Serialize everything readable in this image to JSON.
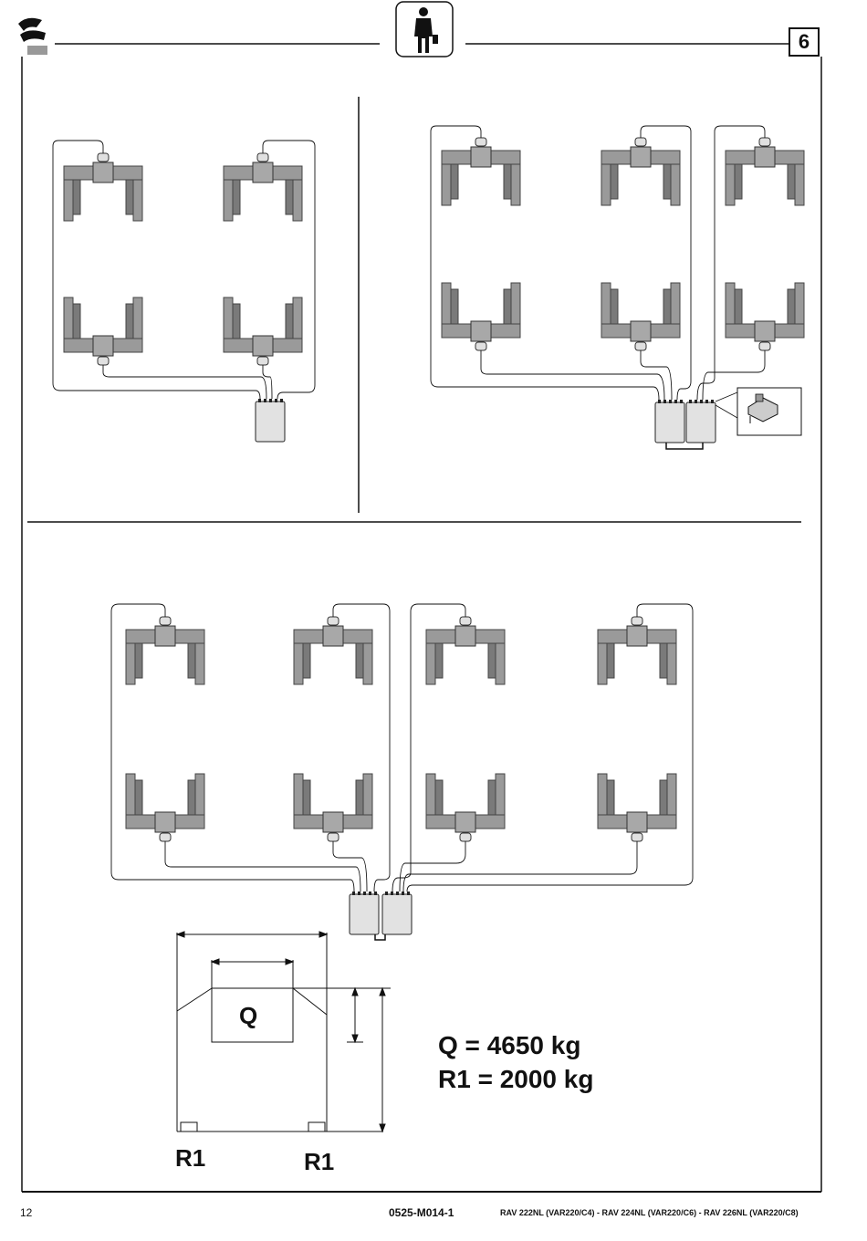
{
  "header": {
    "page_tag": "6",
    "logo_icon": "brand-logo-icon",
    "operator_icon": "operator-person-icon"
  },
  "load_diagram": {
    "q_label": "Q",
    "r1_left": "R1",
    "r1_right": "R1",
    "formula_q": "Q   = 4650 kg",
    "formula_r1": "R1 = 2000 kg"
  },
  "footer": {
    "page_number": "12",
    "doc_code": "0525-M014-1",
    "models": "RAV 222NL (VAR220/C4)  - RAV 224NL (VAR220/C6)  - RAV 226NL (VAR220/C8)"
  },
  "colors": {
    "column_fill": "#9a9a9a",
    "column_stroke": "#444444",
    "module_fill": "#e2e2e2",
    "line": "#111111"
  }
}
